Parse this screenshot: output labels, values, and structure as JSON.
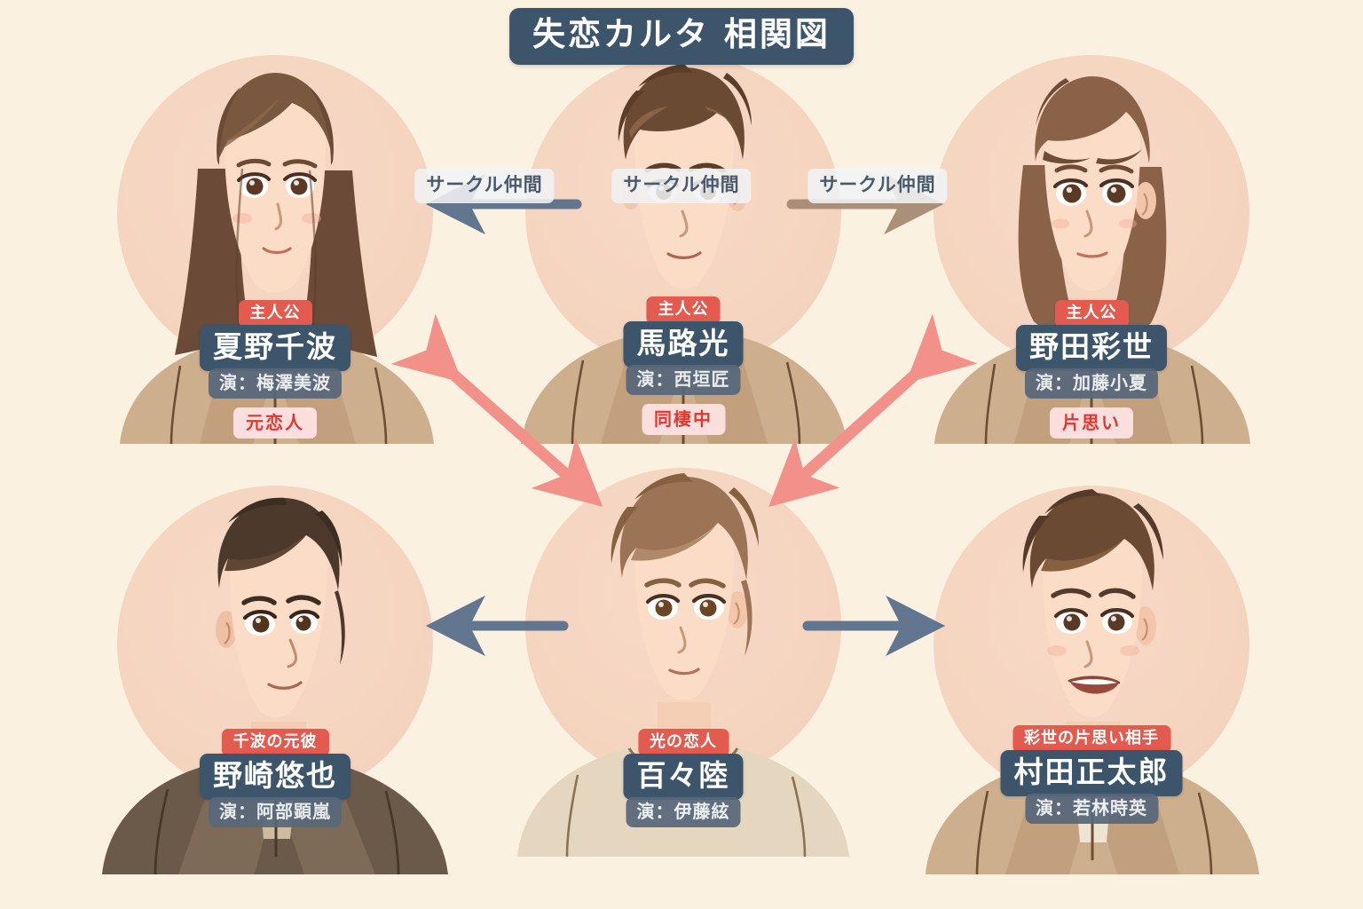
{
  "title": "失恋カルタ 相関図",
  "colors": {
    "background": "#fbf1e1",
    "disc": "#f5d5c0",
    "name_plate": "#3d556b",
    "role_badge": "#e25b4e",
    "actor_plate": "#58687a",
    "status_badge_bg": "#fbdede",
    "status_badge_text": "#e0372f",
    "arrow_blue": "#5b708c",
    "arrow_pink": "#f29189",
    "arrow_brown": "#a78b74"
  },
  "characters": [
    {
      "id": "chinami",
      "role": "主人公",
      "name": "夏野千波",
      "actor": "演：梅澤美波",
      "status": "元恋人"
    },
    {
      "id": "hikaru",
      "role": "主人公",
      "name": "馬路光",
      "actor": "演：西垣匠",
      "status": "同棲中"
    },
    {
      "id": "ayase",
      "role": "主人公",
      "name": "野田彩世",
      "actor": "演：加藤小夏",
      "status": "片思い"
    },
    {
      "id": "yuya",
      "role": "千波の元彼",
      "name": "野崎悠也",
      "actor": "演：阿部顕嵐",
      "status": ""
    },
    {
      "id": "riku",
      "role": "光の恋人",
      "name": "百々陸",
      "actor": "演：伊藤絃",
      "status": ""
    },
    {
      "id": "shotaro",
      "role": "彩世の片思い相手",
      "name": "村田正太郎",
      "actor": "演：若林時英",
      "status": ""
    }
  ],
  "relations": [
    {
      "id": "rel-left",
      "label": "サークル仲間"
    },
    {
      "id": "rel-center",
      "label": "サークル仲間"
    },
    {
      "id": "rel-right",
      "label": "サークル仲間"
    }
  ]
}
